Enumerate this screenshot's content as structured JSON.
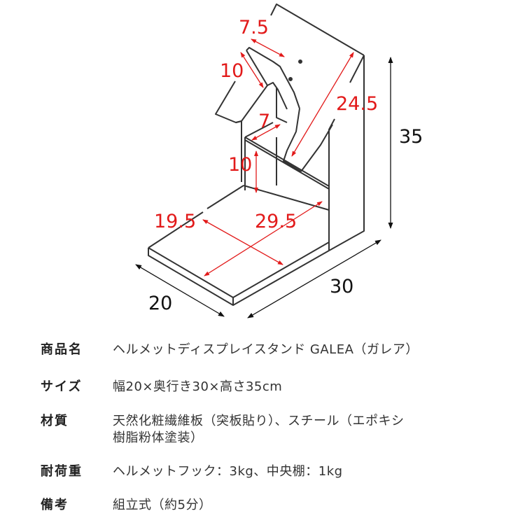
{
  "diagram": {
    "title": "Helmet display stand dimension drawing",
    "dimensions_red": {
      "hook_width": "7.5",
      "hook_depth": "10",
      "back_panel_length": "24.5",
      "shelf_depth": "7",
      "shelf_height": "10",
      "base_inner_width": "19.5",
      "base_inner_depth": "29.5"
    },
    "dimensions_black": {
      "height": "35",
      "depth": "30",
      "width": "20"
    },
    "colors": {
      "dimension_red": "#e21a1a",
      "outline": "#333333",
      "dimension_black": "#111111"
    }
  },
  "specs": [
    {
      "label": "商品名",
      "value": "ヘルメットディスプレイスタンド GALEA（ガレア）"
    },
    {
      "label": "サイズ",
      "value": "幅20×奥行き30×高さ35cm"
    },
    {
      "label": "材質",
      "value": "天然化粧繊維板（突板貼り）、スチール（エポキシ",
      "value2": "樹脂粉体塗装）"
    },
    {
      "label": "耐荷重",
      "value": "ヘルメットフック：3kg、中央棚：1kg"
    },
    {
      "label": "備考",
      "value": "組立式（約5分）"
    }
  ]
}
